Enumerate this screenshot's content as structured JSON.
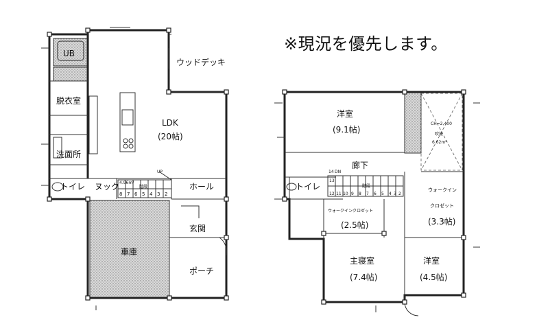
{
  "note": "※現況を優先します。",
  "floor1": {
    "ub": "UB",
    "wood_deck": "ウッドデッキ",
    "dressing": "脱衣室",
    "ldk": "LDK",
    "ldk_area": "(20帖)",
    "washroom": "洗面所",
    "toilet": "トイレ",
    "nook": "ヌック",
    "hall": "ホール",
    "entrance": "玄関",
    "garage": "車庫",
    "porch": "ポーチ",
    "stair_up": "UP",
    "stair_label": "階段",
    "stair_area": "4.96m²",
    "stair_steps": [
      "8",
      "7",
      "6",
      "5",
      "4",
      "3",
      "2"
    ]
  },
  "floor2": {
    "western1": "洋室",
    "western1_area": "(9.1帖)",
    "ceiling_note": "CH=2,400",
    "void_label": "吹抜",
    "void_area": "6.62m²",
    "corridor": "廊下",
    "toilet": "トイレ",
    "wic_left": "ウォークインクロゼット",
    "wic_left_area": "(2.5帖)",
    "wic_right_1": "ウォークイン",
    "wic_right_2": "クロゼット",
    "wic_right_area": "(3.3帖)",
    "master": "主寝室",
    "master_area": "(7.4帖)",
    "western2": "洋室",
    "western2_area": "(4.5帖)",
    "stair_label": "階段",
    "stair_top": [
      "14",
      "DN",
      "13",
      "12"
    ],
    "stair_steps": [
      "11",
      "10",
      "9",
      "8",
      "7",
      "6",
      "5",
      "4",
      "3",
      "2"
    ]
  }
}
